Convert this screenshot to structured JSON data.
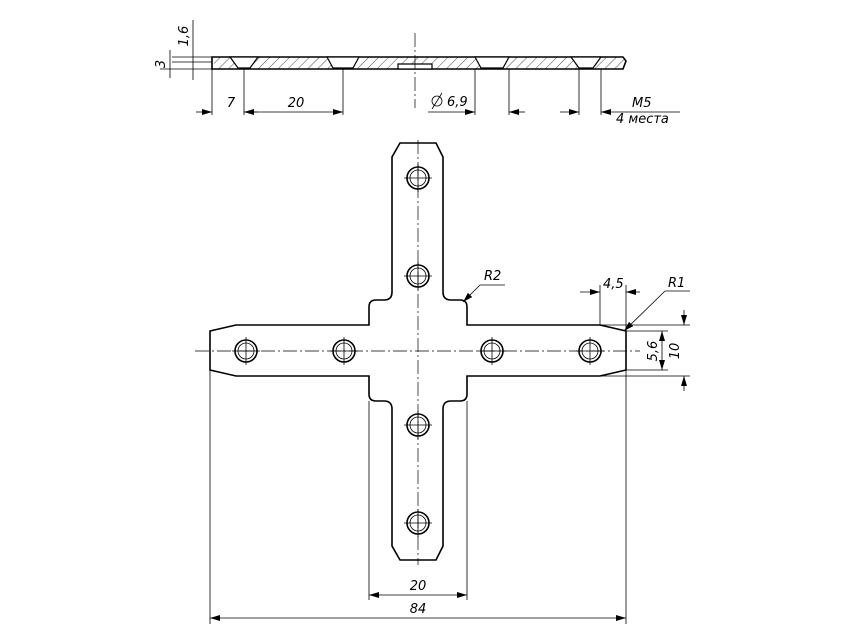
{
  "dimensions": {
    "thickness_top": "1,6",
    "height": "3",
    "offset": "7",
    "pitch_top": "20",
    "hole_dia": "6,9",
    "thread": "M5",
    "thread_qty": "4 места",
    "radius_corner": "R2",
    "radius_tip": "R1",
    "tip_width": "4,5",
    "tip_flat": "5,6",
    "arm_width_right": "10",
    "arm_width_bottom": "20",
    "overall_length": "84"
  }
}
